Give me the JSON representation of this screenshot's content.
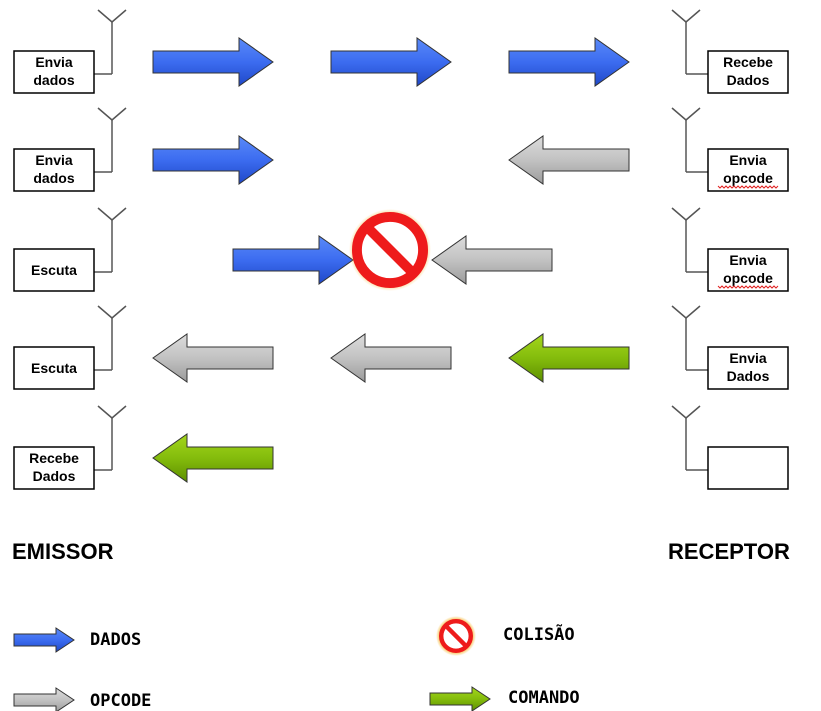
{
  "colors": {
    "dados": "#3c6cf0",
    "opcode": "#c0c0c0",
    "comando": "#84bc0c",
    "collision_ring": "#ee1b1b",
    "collision_glow": "#f5b020"
  },
  "emissor": {
    "label": "EMISSOR",
    "nodes": [
      [
        "Envia",
        "dados"
      ],
      [
        "Envia",
        "dados"
      ],
      [
        "Escuta"
      ],
      [
        "Escuta"
      ],
      [
        "Recebe",
        "Dados"
      ]
    ]
  },
  "receptor": {
    "label": "RECEPTOR",
    "nodes": [
      [
        "Recebe",
        "Dados"
      ],
      [
        "Envia",
        "opcode"
      ],
      [
        "Envia",
        "opcode"
      ],
      [
        "Envia",
        "Dados"
      ],
      []
    ]
  },
  "rows": [
    {
      "arrows": [
        {
          "type": "dados",
          "dir": "right",
          "slot": 0
        },
        {
          "type": "dados",
          "dir": "right",
          "slot": 1
        },
        {
          "type": "dados",
          "dir": "right",
          "slot": 2
        }
      ]
    },
    {
      "arrows": [
        {
          "type": "dados",
          "dir": "right",
          "slot": 0
        },
        {
          "type": "opcode",
          "dir": "left",
          "slot": 2
        }
      ]
    },
    {
      "arrows": [
        {
          "type": "dados",
          "dir": "right",
          "slot": "collide-left"
        },
        {
          "type": "opcode",
          "dir": "left",
          "slot": "collide-right"
        }
      ],
      "collision": true
    },
    {
      "arrows": [
        {
          "type": "opcode",
          "dir": "left",
          "slot": 0
        },
        {
          "type": "opcode",
          "dir": "left",
          "slot": 1
        },
        {
          "type": "comando",
          "dir": "left",
          "slot": 2
        }
      ]
    },
    {
      "arrows": [
        {
          "type": "comando",
          "dir": "left",
          "slot": 0
        }
      ]
    }
  ],
  "legend": [
    {
      "type": "dados",
      "icon": "arrow",
      "label": "DADOS"
    },
    {
      "type": "colisao",
      "icon": "collision",
      "label": "COLISÃO"
    },
    {
      "type": "opcode",
      "icon": "arrow",
      "label": "OPCODE"
    },
    {
      "type": "comando",
      "icon": "arrow",
      "label": "COMANDO"
    }
  ]
}
